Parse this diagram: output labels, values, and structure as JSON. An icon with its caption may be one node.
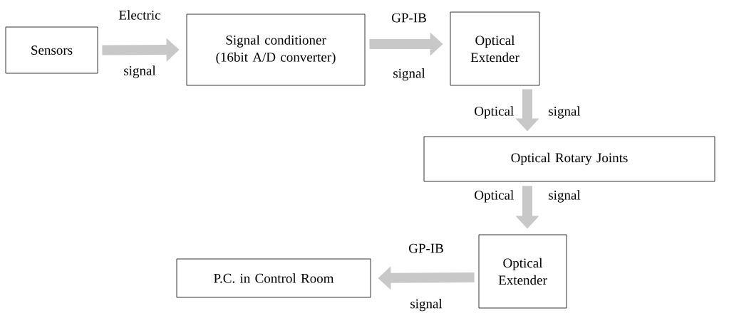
{
  "diagram": {
    "nodes": [
      {
        "text": [
          "Sensors"
        ]
      },
      {
        "text": [
          "Signal conditioner (16bit A/D converter)"
        ]
      },
      {
        "text": [
          "Optical Extender"
        ]
      },
      {
        "text": [
          "Optical Rotary Joints"
        ]
      },
      {
        "text": [
          "Optical Extender"
        ]
      },
      {
        "text": [
          "P.C. in Control Room"
        ]
      }
    ],
    "edges": [
      {
        "from": 0,
        "to": 1,
        "arrow": "to",
        "label": "Electric signal"
      },
      {
        "from": 1,
        "to": 2,
        "arrow": "to",
        "label": "GP-IB signal"
      },
      {
        "from": 2,
        "to": 3,
        "arrow": "to",
        "label": "Optical signal"
      },
      {
        "from": 3,
        "to": 4,
        "arrow": "to",
        "label": "Optical signal"
      },
      {
        "from": 4,
        "to": 5,
        "arrow": "to",
        "label": "GP-IB signal"
      }
    ]
  }
}
